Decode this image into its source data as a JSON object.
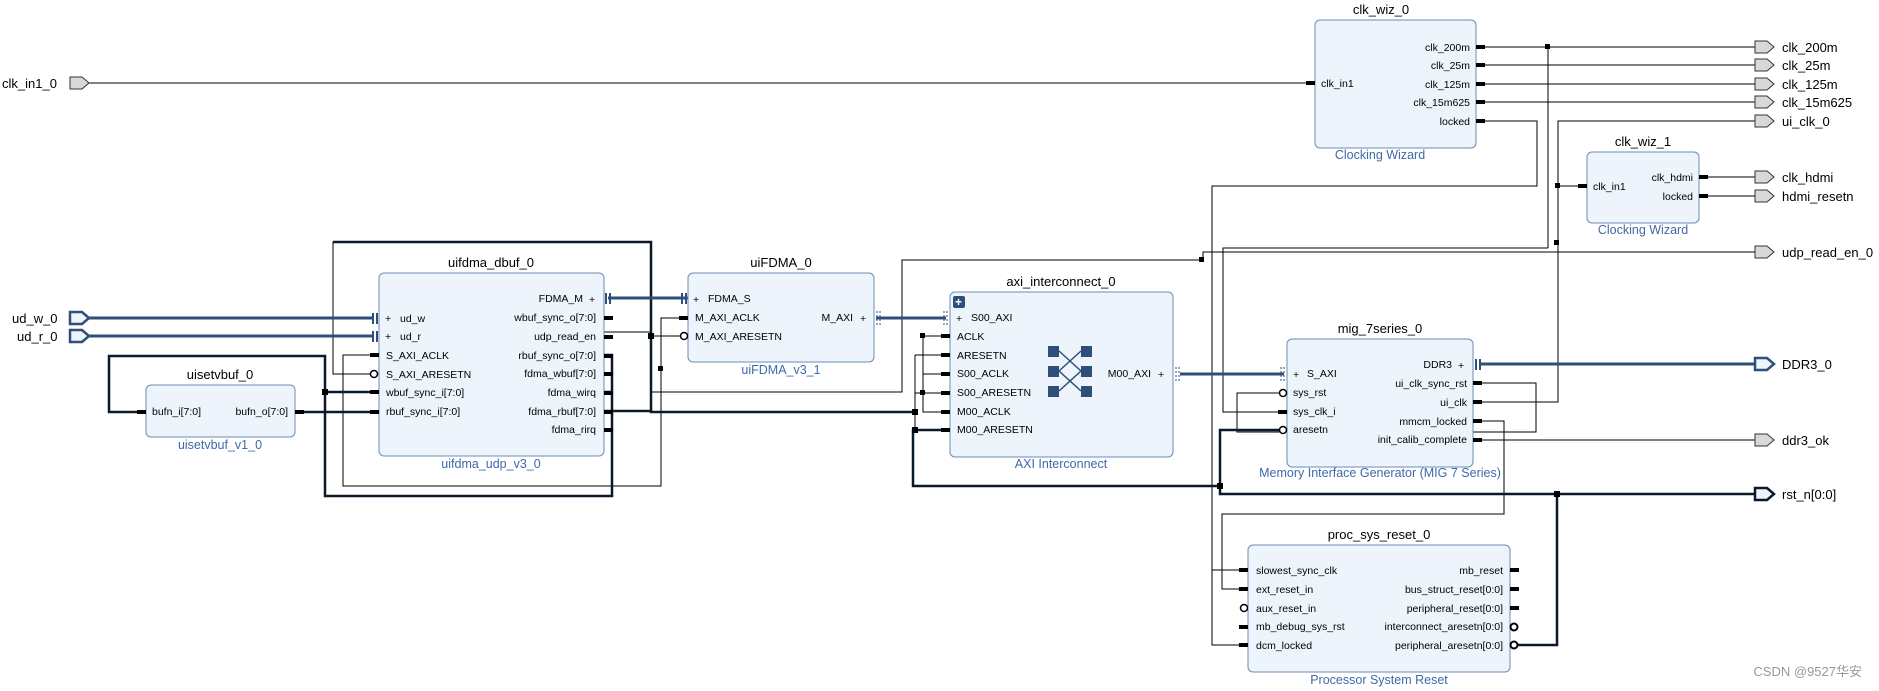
{
  "external_ports": [
    {
      "name": "clk_in1_0"
    },
    {
      "name": "ud_w_0"
    },
    {
      "name": "ud_r_0"
    },
    {
      "name": "clk_200m"
    },
    {
      "name": "clk_25m"
    },
    {
      "name": "clk_125m"
    },
    {
      "name": "clk_15m625"
    },
    {
      "name": "ui_clk_0"
    },
    {
      "name": "clk_hdmi"
    },
    {
      "name": "hdmi_resetn"
    },
    {
      "name": "udp_read_en_0"
    },
    {
      "name": "DDR3_0"
    },
    {
      "name": "ddr3_ok"
    },
    {
      "name": "rst_n[0:0]"
    }
  ],
  "blocks": {
    "clk_wiz_0": {
      "instance": "clk_wiz_0",
      "subtitle": "Clocking Wizard",
      "inputs": [
        "clk_in1"
      ],
      "outputs": [
        "clk_200m",
        "clk_25m",
        "clk_125m",
        "clk_15m625",
        "locked"
      ]
    },
    "clk_wiz_1": {
      "instance": "clk_wiz_1",
      "subtitle": "Clocking Wizard",
      "inputs": [
        "clk_in1"
      ],
      "outputs": [
        "clk_hdmi",
        "locked"
      ]
    },
    "uifdma_dbuf_0": {
      "instance": "uifdma_dbuf_0",
      "subtitle": "uifdma_udp_v3_0",
      "inputs": [
        "ud_w",
        "ud_r",
        "S_AXI_ACLK",
        "S_AXI_ARESETN",
        "wbuf_sync_i[7:0]",
        "rbuf_sync_i[7:0]"
      ],
      "outputs": [
        "FDMA_M",
        "wbuf_sync_o[7:0]",
        "udp_read_en",
        "rbuf_sync_o[7:0]",
        "fdma_wbuf[7:0]",
        "fdma_wirq",
        "fdma_rbuf[7:0]",
        "fdma_rirq"
      ]
    },
    "uisetvbuf_0": {
      "instance": "uisetvbuf_0",
      "subtitle": "uisetvbuf_v1_0",
      "inputs": [
        "bufn_i[7:0]"
      ],
      "outputs": [
        "bufn_o[7:0]"
      ]
    },
    "uiFDMA_0": {
      "instance": "uiFDMA_0",
      "subtitle": "uiFDMA_v3_1",
      "inputs": [
        "FDMA_S",
        "M_AXI_ACLK",
        "M_AXI_ARESETN"
      ],
      "outputs": [
        "M_AXI"
      ]
    },
    "axi_interconnect_0": {
      "instance": "axi_interconnect_0",
      "subtitle": "AXI Interconnect",
      "inputs": [
        "S00_AXI",
        "ACLK",
        "ARESETN",
        "S00_ACLK",
        "S00_ARESETN",
        "M00_ACLK",
        "M00_ARESETN"
      ],
      "outputs": [
        "M00_AXI"
      ]
    },
    "mig_7series_0": {
      "instance": "mig_7series_0",
      "subtitle": "Memory Interface Generator (MIG 7 Series)",
      "inputs": [
        "S_AXI",
        "sys_rst",
        "sys_clk_i",
        "aresetn"
      ],
      "outputs": [
        "DDR3",
        "ui_clk_sync_rst",
        "ui_clk",
        "mmcm_locked",
        "init_calib_complete"
      ]
    },
    "proc_sys_reset_0": {
      "instance": "proc_sys_reset_0",
      "subtitle": "Processor System Reset",
      "inputs": [
        "slowest_sync_clk",
        "ext_reset_in",
        "aux_reset_in",
        "mb_debug_sys_rst",
        "dcm_locked"
      ],
      "outputs": [
        "mb_reset",
        "bus_struct_reset[0:0]",
        "peripheral_reset[0:0]",
        "interconnect_aresetn[0:0]",
        "peripheral_aresetn[0:0]"
      ]
    }
  },
  "watermark": "CSDN @9527华安",
  "colors": {
    "block_fill": "#eef4fb",
    "block_border": "#6b8db5",
    "subtitle": "#3e6aa8",
    "bus": "#2d4f7a",
    "port_fill": "#d8d8d8"
  }
}
